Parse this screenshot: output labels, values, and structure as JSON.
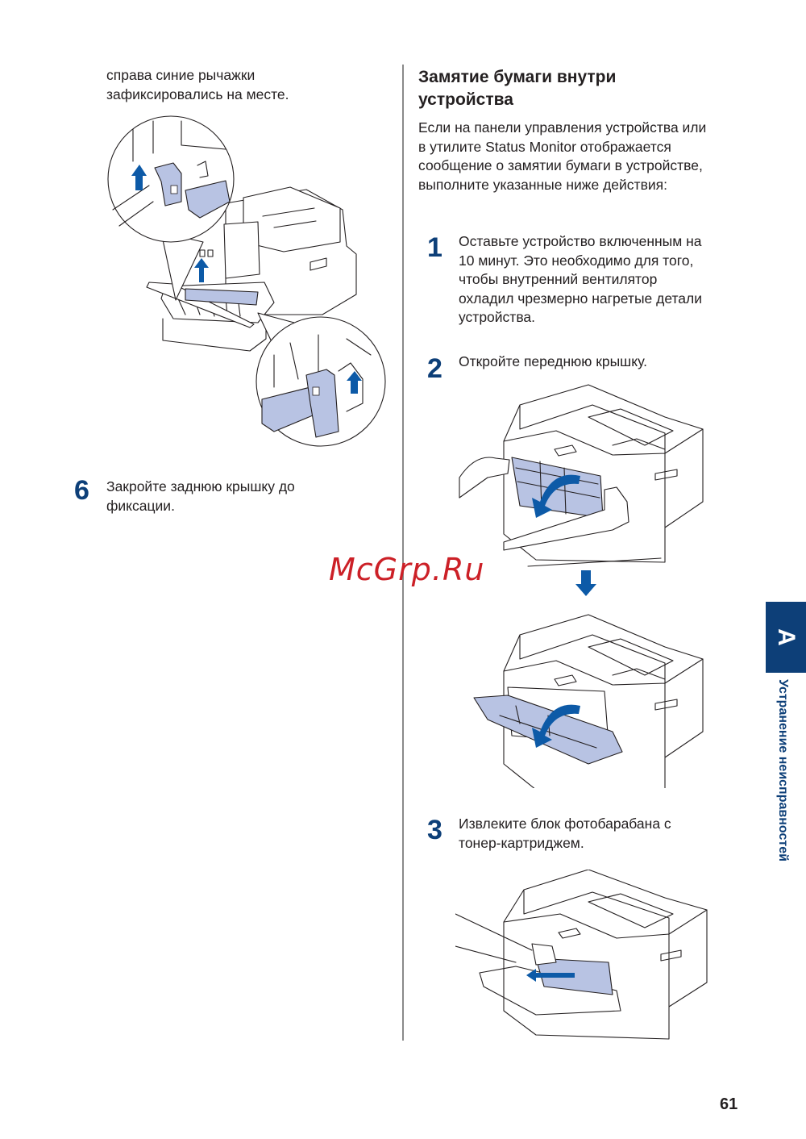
{
  "left_column": {
    "continuation_text": [
      "справа синие рычажки",
      "зафиксировались на месте."
    ],
    "step6": {
      "number": "6",
      "text": [
        "Закройте заднюю крышку до",
        "фиксации."
      ]
    }
  },
  "right_column": {
    "heading": [
      "Замятие бумаги внутри",
      "устройства"
    ],
    "intro": [
      "Если на панели управления устройства или",
      "в утилите Status Monitor отображается",
      "сообщение о замятии бумаги в устройстве,",
      "выполните указанные ниже действия:"
    ],
    "steps": [
      {
        "number": "1",
        "text": [
          "Оставьте устройство включенным на",
          "10 минут. Это необходимо для того,",
          "чтобы внутренний вентилятор",
          "охладил чрезмерно нагретые детали",
          "устройства."
        ]
      },
      {
        "number": "2",
        "text": [
          "Откройте переднюю крышку."
        ]
      },
      {
        "number": "3",
        "text": [
          "Извлеките блок фотобарабана с",
          "тонер-картриджем."
        ]
      }
    ]
  },
  "side_tab": {
    "letter": "A",
    "label": "Устранение неисправностей",
    "color": "#0d3f78"
  },
  "watermark": "McGrp.Ru",
  "page_number": "61",
  "colors": {
    "accent": "#0d3f78",
    "arrow": "#0d5aa7",
    "highlight": "#b8c3e3",
    "watermark": "#cc2027"
  }
}
